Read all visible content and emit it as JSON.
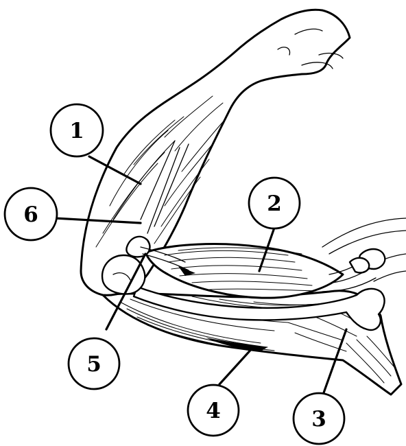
{
  "diagram": {
    "colors": {
      "ink": "#000000",
      "paper": "#ffffff"
    },
    "labels": [
      {
        "id": "1",
        "text": "1"
      },
      {
        "id": "2",
        "text": "2"
      },
      {
        "id": "3",
        "text": "3"
      },
      {
        "id": "4",
        "text": "4"
      },
      {
        "id": "5",
        "text": "5"
      },
      {
        "id": "6",
        "text": "6"
      }
    ]
  }
}
